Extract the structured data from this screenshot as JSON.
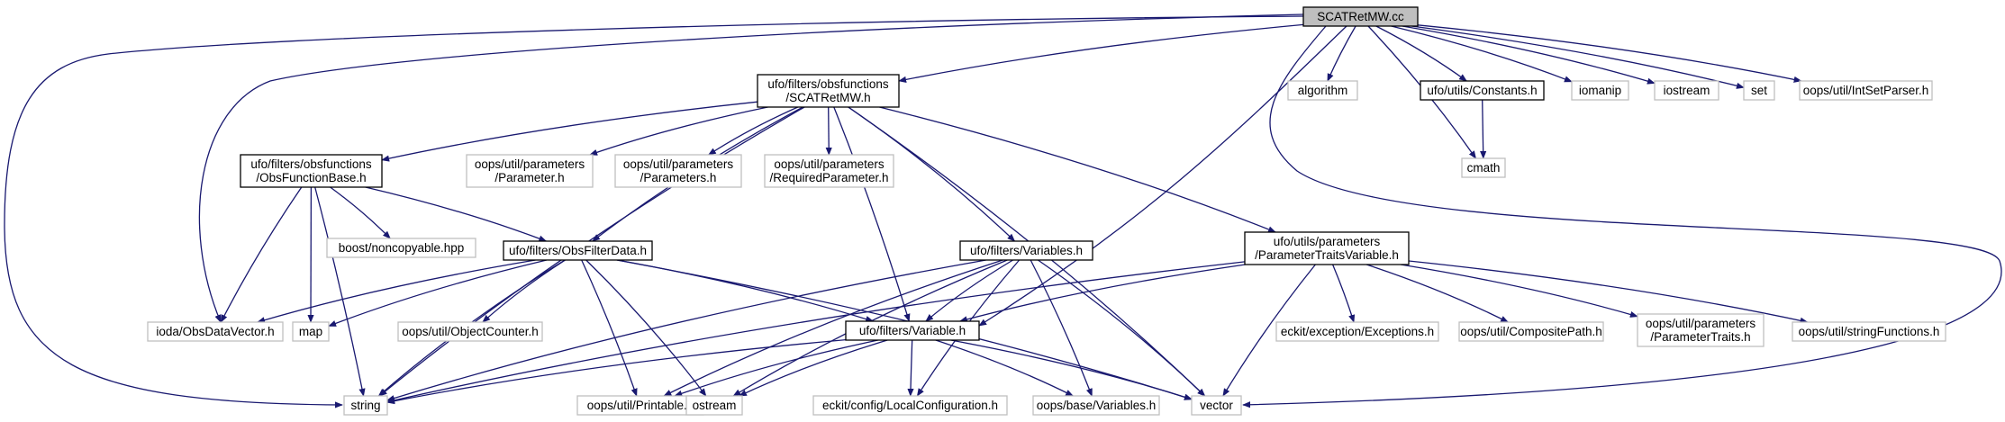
{
  "colors": {
    "edge": "#191970",
    "root_fill": "#bfbfbf",
    "root_border": "#000000",
    "header_border": "#000000",
    "external_border": "#bfbfbf",
    "node_fill": "#ffffff",
    "text": "#000000"
  },
  "graph": {
    "nodes": [
      {
        "id": "scatretmw_cc",
        "kind": "root",
        "lines": [
          "SCATRetMW.cc"
        ]
      },
      {
        "id": "scatretmw_h",
        "kind": "header",
        "lines": [
          "ufo/filters/obsfunctions",
          "/SCATRetMW.h"
        ]
      },
      {
        "id": "algorithm",
        "kind": "external",
        "lines": [
          "algorithm"
        ]
      },
      {
        "id": "constants_h",
        "kind": "header",
        "lines": [
          "ufo/utils/Constants.h"
        ]
      },
      {
        "id": "iomanip",
        "kind": "external",
        "lines": [
          "iomanip"
        ]
      },
      {
        "id": "iostream",
        "kind": "external",
        "lines": [
          "iostream"
        ]
      },
      {
        "id": "set",
        "kind": "external",
        "lines": [
          "set"
        ]
      },
      {
        "id": "intsetparser_h",
        "kind": "external",
        "lines": [
          "oops/util/IntSetParser.h"
        ]
      },
      {
        "id": "cmath",
        "kind": "external",
        "lines": [
          "cmath"
        ]
      },
      {
        "id": "obsfunctionbase_h",
        "kind": "header",
        "lines": [
          "ufo/filters/obsfunctions",
          "/ObsFunctionBase.h"
        ]
      },
      {
        "id": "parameter_h",
        "kind": "external",
        "lines": [
          "oops/util/parameters",
          "/Parameter.h"
        ]
      },
      {
        "id": "parameters_h",
        "kind": "external",
        "lines": [
          "oops/util/parameters",
          "/Parameters.h"
        ]
      },
      {
        "id": "requiredparameter_h",
        "kind": "external",
        "lines": [
          "oops/util/parameters",
          "/RequiredParameter.h"
        ]
      },
      {
        "id": "boost_noncopyable",
        "kind": "external",
        "lines": [
          "boost/noncopyable.hpp"
        ]
      },
      {
        "id": "obsfilterdata_h",
        "kind": "header",
        "lines": [
          "ufo/filters/ObsFilterData.h"
        ]
      },
      {
        "id": "variables_h",
        "kind": "header",
        "lines": [
          "ufo/filters/Variables.h"
        ]
      },
      {
        "id": "paramtraitsvar_h",
        "kind": "header",
        "lines": [
          "ufo/utils/parameters",
          "/ParameterTraitsVariable.h"
        ]
      },
      {
        "id": "obsdatavector_h",
        "kind": "external",
        "lines": [
          "ioda/ObsDataVector.h"
        ]
      },
      {
        "id": "map",
        "kind": "external",
        "lines": [
          "map"
        ]
      },
      {
        "id": "objectcounter_h",
        "kind": "external",
        "lines": [
          "oops/util/ObjectCounter.h"
        ]
      },
      {
        "id": "variable_h",
        "kind": "header",
        "lines": [
          "ufo/filters/Variable.h"
        ]
      },
      {
        "id": "exceptions_h",
        "kind": "external",
        "lines": [
          "eckit/exception/Exceptions.h"
        ]
      },
      {
        "id": "compositepath_h",
        "kind": "external",
        "lines": [
          "oops/util/CompositePath.h"
        ]
      },
      {
        "id": "parametertraits_h",
        "kind": "external",
        "lines": [
          "oops/util/parameters",
          "/ParameterTraits.h"
        ]
      },
      {
        "id": "stringfunctions_h",
        "kind": "external",
        "lines": [
          "oops/util/stringFunctions.h"
        ]
      },
      {
        "id": "string",
        "kind": "external",
        "lines": [
          "string"
        ]
      },
      {
        "id": "printable_h",
        "kind": "external",
        "lines": [
          "oops/util/Printable.h"
        ]
      },
      {
        "id": "ostream",
        "kind": "external",
        "lines": [
          "ostream"
        ]
      },
      {
        "id": "localconfiguration_h",
        "kind": "external",
        "lines": [
          "eckit/config/LocalConfiguration.h"
        ]
      },
      {
        "id": "oops_variables_h",
        "kind": "external",
        "lines": [
          "oops/base/Variables.h"
        ]
      },
      {
        "id": "vector",
        "kind": "external",
        "lines": [
          "vector"
        ]
      }
    ],
    "edges": [
      [
        "scatretmw_cc",
        "scatretmw_h"
      ],
      [
        "scatretmw_cc",
        "algorithm"
      ],
      [
        "scatretmw_cc",
        "constants_h"
      ],
      [
        "scatretmw_cc",
        "iomanip"
      ],
      [
        "scatretmw_cc",
        "iostream"
      ],
      [
        "scatretmw_cc",
        "set"
      ],
      [
        "scatretmw_cc",
        "intsetparser_h"
      ],
      [
        "scatretmw_cc",
        "cmath"
      ],
      [
        "scatretmw_cc",
        "string"
      ],
      [
        "scatretmw_cc",
        "obsdatavector_h"
      ],
      [
        "scatretmw_cc",
        "variable_h"
      ],
      [
        "scatretmw_cc",
        "vector"
      ],
      [
        "constants_h",
        "cmath"
      ],
      [
        "scatretmw_h",
        "obsfunctionbase_h"
      ],
      [
        "scatretmw_h",
        "parameter_h"
      ],
      [
        "scatretmw_h",
        "parameters_h"
      ],
      [
        "scatretmw_h",
        "requiredparameter_h"
      ],
      [
        "scatretmw_h",
        "obsfilterdata_h"
      ],
      [
        "scatretmw_h",
        "variables_h"
      ],
      [
        "scatretmw_h",
        "paramtraitsvar_h"
      ],
      [
        "scatretmw_h",
        "variable_h"
      ],
      [
        "scatretmw_h",
        "string"
      ],
      [
        "scatretmw_h",
        "vector"
      ],
      [
        "obsfunctionbase_h",
        "boost_noncopyable"
      ],
      [
        "obsfunctionbase_h",
        "obsfilterdata_h"
      ],
      [
        "obsfunctionbase_h",
        "obsdatavector_h"
      ],
      [
        "obsfunctionbase_h",
        "map"
      ],
      [
        "obsfunctionbase_h",
        "string"
      ],
      [
        "obsfilterdata_h",
        "obsdatavector_h"
      ],
      [
        "obsfilterdata_h",
        "map"
      ],
      [
        "obsfilterdata_h",
        "objectcounter_h"
      ],
      [
        "obsfilterdata_h",
        "variable_h"
      ],
      [
        "obsfilterdata_h",
        "string"
      ],
      [
        "obsfilterdata_h",
        "printable_h"
      ],
      [
        "obsfilterdata_h",
        "ostream"
      ],
      [
        "obsfilterdata_h",
        "vector"
      ],
      [
        "variables_h",
        "variable_h"
      ],
      [
        "variables_h",
        "string"
      ],
      [
        "variables_h",
        "printable_h"
      ],
      [
        "variables_h",
        "ostream"
      ],
      [
        "variables_h",
        "localconfiguration_h"
      ],
      [
        "variables_h",
        "oops_variables_h"
      ],
      [
        "variables_h",
        "vector"
      ],
      [
        "paramtraitsvar_h",
        "variable_h"
      ],
      [
        "paramtraitsvar_h",
        "exceptions_h"
      ],
      [
        "paramtraitsvar_h",
        "compositepath_h"
      ],
      [
        "paramtraitsvar_h",
        "parametertraits_h"
      ],
      [
        "paramtraitsvar_h",
        "stringfunctions_h"
      ],
      [
        "paramtraitsvar_h",
        "string"
      ],
      [
        "paramtraitsvar_h",
        "vector"
      ],
      [
        "variable_h",
        "string"
      ],
      [
        "variable_h",
        "printable_h"
      ],
      [
        "variable_h",
        "ostream"
      ],
      [
        "variable_h",
        "localconfiguration_h"
      ],
      [
        "variable_h",
        "oops_variables_h"
      ],
      [
        "variable_h",
        "vector"
      ]
    ]
  }
}
